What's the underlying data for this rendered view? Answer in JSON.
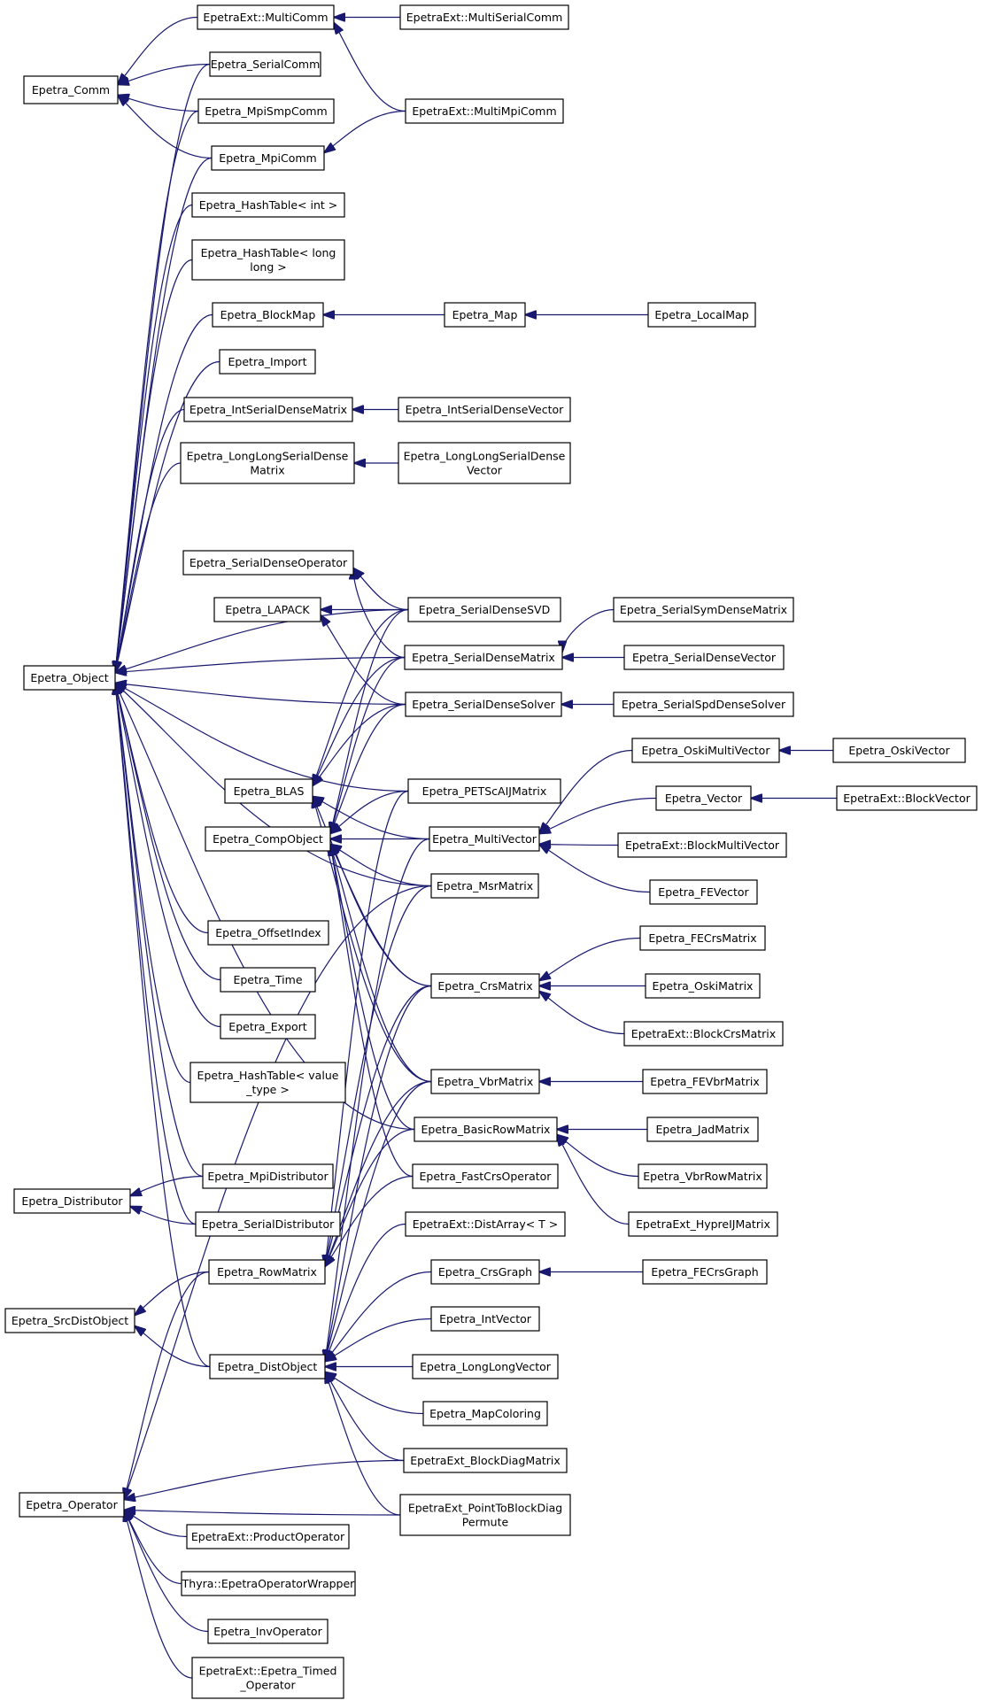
{
  "diagram": {
    "nodes": [
      {
        "id": "comm",
        "lines": [
          "Epetra_Comm"
        ]
      },
      {
        "id": "multicomm",
        "lines": [
          "EpetraExt::MultiComm"
        ]
      },
      {
        "id": "multiserialcomm",
        "lines": [
          "EpetraExt::MultiSerialComm"
        ]
      },
      {
        "id": "serialcomm",
        "lines": [
          "Epetra_SerialComm"
        ]
      },
      {
        "id": "mpismpcomm",
        "lines": [
          "Epetra_MpiSmpComm"
        ]
      },
      {
        "id": "mpicomm",
        "lines": [
          "Epetra_MpiComm"
        ]
      },
      {
        "id": "multimpicomm",
        "lines": [
          "EpetraExt::MultiMpiComm"
        ]
      },
      {
        "id": "hashint",
        "lines": [
          "Epetra_HashTable< int >"
        ]
      },
      {
        "id": "hashlong",
        "lines": [
          "Epetra_HashTable< long",
          "long >"
        ]
      },
      {
        "id": "blockmap",
        "lines": [
          "Epetra_BlockMap"
        ]
      },
      {
        "id": "map",
        "lines": [
          "Epetra_Map"
        ]
      },
      {
        "id": "localmap",
        "lines": [
          "Epetra_LocalMap"
        ]
      },
      {
        "id": "import",
        "lines": [
          "Epetra_Import"
        ]
      },
      {
        "id": "intsdm",
        "lines": [
          "Epetra_IntSerialDenseMatrix"
        ]
      },
      {
        "id": "intsdv",
        "lines": [
          "Epetra_IntSerialDenseVector"
        ]
      },
      {
        "id": "llsdm",
        "lines": [
          "Epetra_LongLongSerialDense",
          "Matrix"
        ]
      },
      {
        "id": "llsdv",
        "lines": [
          "Epetra_LongLongSerialDense",
          "Vector"
        ]
      },
      {
        "id": "sdop",
        "lines": [
          "Epetra_SerialDenseOperator"
        ]
      },
      {
        "id": "lapack",
        "lines": [
          "Epetra_LAPACK"
        ]
      },
      {
        "id": "sdsvd",
        "lines": [
          "Epetra_SerialDenseSVD"
        ]
      },
      {
        "id": "ssymdm",
        "lines": [
          "Epetra_SerialSymDenseMatrix"
        ]
      },
      {
        "id": "object",
        "lines": [
          "Epetra_Object"
        ]
      },
      {
        "id": "sdm",
        "lines": [
          "Epetra_SerialDenseMatrix"
        ]
      },
      {
        "id": "sdv",
        "lines": [
          "Epetra_SerialDenseVector"
        ]
      },
      {
        "id": "sdsolver",
        "lines": [
          "Epetra_SerialDenseSolver"
        ]
      },
      {
        "id": "sspdsolver",
        "lines": [
          "Epetra_SerialSpdDenseSolver"
        ]
      },
      {
        "id": "oskimv",
        "lines": [
          "Epetra_OskiMultiVector"
        ]
      },
      {
        "id": "oskiv",
        "lines": [
          "Epetra_OskiVector"
        ]
      },
      {
        "id": "blas",
        "lines": [
          "Epetra_BLAS"
        ]
      },
      {
        "id": "petsc",
        "lines": [
          "Epetra_PETScAIJMatrix"
        ]
      },
      {
        "id": "vector",
        "lines": [
          "Epetra_Vector"
        ]
      },
      {
        "id": "blockvector",
        "lines": [
          "EpetraExt::BlockVector"
        ]
      },
      {
        "id": "compobject",
        "lines": [
          "Epetra_CompObject"
        ]
      },
      {
        "id": "multivector",
        "lines": [
          "Epetra_MultiVector"
        ]
      },
      {
        "id": "blockmv",
        "lines": [
          "EpetraExt::BlockMultiVector"
        ]
      },
      {
        "id": "msr",
        "lines": [
          "Epetra_MsrMatrix"
        ]
      },
      {
        "id": "fevector",
        "lines": [
          "Epetra_FEVector"
        ]
      },
      {
        "id": "offsetindex",
        "lines": [
          "Epetra_OffsetIndex"
        ]
      },
      {
        "id": "fecrs",
        "lines": [
          "Epetra_FECrsMatrix"
        ]
      },
      {
        "id": "time",
        "lines": [
          "Epetra_Time"
        ]
      },
      {
        "id": "crsmatrix",
        "lines": [
          "Epetra_CrsMatrix"
        ]
      },
      {
        "id": "oskimatrix",
        "lines": [
          "Epetra_OskiMatrix"
        ]
      },
      {
        "id": "export",
        "lines": [
          "Epetra_Export"
        ]
      },
      {
        "id": "blockcrs",
        "lines": [
          "EpetraExt::BlockCrsMatrix"
        ]
      },
      {
        "id": "hashvalue",
        "lines": [
          "Epetra_HashTable< value",
          "_type >"
        ]
      },
      {
        "id": "vbr",
        "lines": [
          "Epetra_VbrMatrix"
        ]
      },
      {
        "id": "fevbr",
        "lines": [
          "Epetra_FEVbrMatrix"
        ]
      },
      {
        "id": "basicrow",
        "lines": [
          "Epetra_BasicRowMatrix"
        ]
      },
      {
        "id": "jad",
        "lines": [
          "Epetra_JadMatrix"
        ]
      },
      {
        "id": "mpidist",
        "lines": [
          "Epetra_MpiDistributor"
        ]
      },
      {
        "id": "fastcrs",
        "lines": [
          "Epetra_FastCrsOperator"
        ]
      },
      {
        "id": "distributor",
        "lines": [
          "Epetra_Distributor"
        ]
      },
      {
        "id": "vbrrow",
        "lines": [
          "Epetra_VbrRowMatrix"
        ]
      },
      {
        "id": "serialdist",
        "lines": [
          "Epetra_SerialDistributor"
        ]
      },
      {
        "id": "distarray",
        "lines": [
          "EpetraExt::DistArray< T >"
        ]
      },
      {
        "id": "hypre",
        "lines": [
          "EpetraExt_HypreIJMatrix"
        ]
      },
      {
        "id": "rowmatrix",
        "lines": [
          "Epetra_RowMatrix"
        ]
      },
      {
        "id": "crsgraph",
        "lines": [
          "Epetra_CrsGraph"
        ]
      },
      {
        "id": "fecrsgraph",
        "lines": [
          "Epetra_FECrsGraph"
        ]
      },
      {
        "id": "srcdist",
        "lines": [
          "Epetra_SrcDistObject"
        ]
      },
      {
        "id": "intvector",
        "lines": [
          "Epetra_IntVector"
        ]
      },
      {
        "id": "distobject",
        "lines": [
          "Epetra_DistObject"
        ]
      },
      {
        "id": "llvector",
        "lines": [
          "Epetra_LongLongVector"
        ]
      },
      {
        "id": "mapcoloring",
        "lines": [
          "Epetra_MapColoring"
        ]
      },
      {
        "id": "blockdiag",
        "lines": [
          "EpetraExt_BlockDiagMatrix"
        ]
      },
      {
        "id": "operator",
        "lines": [
          "Epetra_Operator"
        ]
      },
      {
        "id": "ptbd",
        "lines": [
          "EpetraExt_PointToBlockDiag",
          "Permute"
        ]
      },
      {
        "id": "productop",
        "lines": [
          "EpetraExt::ProductOperator"
        ]
      },
      {
        "id": "thyra",
        "lines": [
          "Thyra::EpetraOperatorWrapper"
        ]
      },
      {
        "id": "invop",
        "lines": [
          "Epetra_InvOperator"
        ]
      },
      {
        "id": "timedop",
        "lines": [
          "EpetraExt::Epetra_Timed",
          "_Operator"
        ]
      }
    ],
    "edges": [
      [
        "multicomm",
        "comm"
      ],
      [
        "serialcomm",
        "comm"
      ],
      [
        "mpismpcomm",
        "comm"
      ],
      [
        "mpicomm",
        "comm"
      ],
      [
        "multiserialcomm",
        "multicomm"
      ],
      [
        "multimpicomm",
        "multicomm"
      ],
      [
        "multimpicomm",
        "mpicomm"
      ],
      [
        "map",
        "blockmap"
      ],
      [
        "localmap",
        "map"
      ],
      [
        "intsdv",
        "intsdm"
      ],
      [
        "llsdv",
        "llsdm"
      ],
      [
        "ssymdm",
        "sdm"
      ],
      [
        "sdv",
        "sdm"
      ],
      [
        "sspdsolver",
        "sdsolver"
      ],
      [
        "oskiv",
        "oskimv"
      ],
      [
        "oskimv",
        "multivector"
      ],
      [
        "vector",
        "multivector"
      ],
      [
        "blockvector",
        "vector"
      ],
      [
        "blockmv",
        "multivector"
      ],
      [
        "fevector",
        "multivector"
      ],
      [
        "fecrs",
        "crsmatrix"
      ],
      [
        "oskimatrix",
        "crsmatrix"
      ],
      [
        "blockcrs",
        "crsmatrix"
      ],
      [
        "fevbr",
        "vbr"
      ],
      [
        "jad",
        "basicrow"
      ],
      [
        "vbrrow",
        "basicrow"
      ],
      [
        "hypre",
        "basicrow"
      ],
      [
        "fecrsgraph",
        "crsgraph"
      ],
      [
        "mpidist",
        "distributor"
      ],
      [
        "serialdist",
        "distributor"
      ],
      [
        "rowmatrix",
        "srcdist"
      ],
      [
        "distobject",
        "srcdist"
      ],
      [
        "serialcomm",
        "object"
      ],
      [
        "mpismpcomm",
        "object"
      ],
      [
        "mpicomm",
        "object"
      ],
      [
        "hashint",
        "object"
      ],
      [
        "hashlong",
        "object"
      ],
      [
        "blockmap",
        "object"
      ],
      [
        "import",
        "object"
      ],
      [
        "intsdm",
        "object"
      ],
      [
        "llsdm",
        "object"
      ],
      [
        "sdsvd",
        "object"
      ],
      [
        "sdm",
        "object"
      ],
      [
        "sdsolver",
        "object"
      ],
      [
        "petsc",
        "object"
      ],
      [
        "msr",
        "object"
      ],
      [
        "offsetindex",
        "object"
      ],
      [
        "time",
        "object"
      ],
      [
        "export",
        "object"
      ],
      [
        "hashvalue",
        "object"
      ],
      [
        "basicrow",
        "object"
      ],
      [
        "mpidist",
        "object"
      ],
      [
        "serialdist",
        "object"
      ],
      [
        "distobject",
        "object"
      ],
      [
        "sdsvd",
        "sdop"
      ],
      [
        "sdm",
        "sdop"
      ],
      [
        "sdsvd",
        "lapack"
      ],
      [
        "sdsolver",
        "lapack"
      ],
      [
        "sdsvd",
        "blas"
      ],
      [
        "sdm",
        "blas"
      ],
      [
        "sdsolver",
        "blas"
      ],
      [
        "multivector",
        "blas"
      ],
      [
        "crsmatrix",
        "blas"
      ],
      [
        "vbr",
        "blas"
      ],
      [
        "sdsvd",
        "compobject"
      ],
      [
        "sdm",
        "compobject"
      ],
      [
        "sdsolver",
        "compobject"
      ],
      [
        "petsc",
        "compobject"
      ],
      [
        "multivector",
        "compobject"
      ],
      [
        "msr",
        "compobject"
      ],
      [
        "crsmatrix",
        "compobject"
      ],
      [
        "vbr",
        "compobject"
      ],
      [
        "basicrow",
        "compobject"
      ],
      [
        "fastcrs",
        "compobject"
      ],
      [
        "petsc",
        "rowmatrix"
      ],
      [
        "msr",
        "rowmatrix"
      ],
      [
        "crsmatrix",
        "rowmatrix"
      ],
      [
        "vbr",
        "rowmatrix"
      ],
      [
        "basicrow",
        "rowmatrix"
      ],
      [
        "fastcrs",
        "rowmatrix"
      ],
      [
        "multivector",
        "distobject"
      ],
      [
        "crsmatrix",
        "distobject"
      ],
      [
        "vbr",
        "distobject"
      ],
      [
        "distarray",
        "distobject"
      ],
      [
        "crsgraph",
        "distobject"
      ],
      [
        "intvector",
        "distobject"
      ],
      [
        "llvector",
        "distobject"
      ],
      [
        "mapcoloring",
        "distobject"
      ],
      [
        "blockdiag",
        "distobject"
      ],
      [
        "ptbd",
        "distobject"
      ],
      [
        "rowmatrix",
        "operator"
      ],
      [
        "msr",
        "operator"
      ],
      [
        "blockdiag",
        "operator"
      ],
      [
        "ptbd",
        "operator"
      ],
      [
        "productop",
        "operator"
      ],
      [
        "thyra",
        "operator"
      ],
      [
        "invop",
        "operator"
      ],
      [
        "timedop",
        "operator"
      ]
    ]
  }
}
